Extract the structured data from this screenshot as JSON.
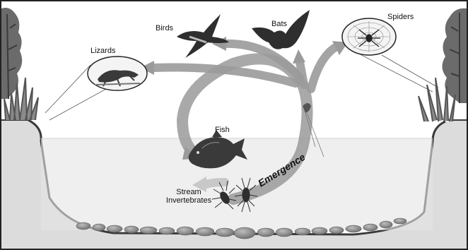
{
  "labels": {
    "birds": "Birds",
    "bats": "Bats",
    "spiders": "Spiders",
    "lizards": "Lizards",
    "fish": "Fish",
    "stream_invertebrates_line1": "Stream",
    "stream_invertebrates_line2": "Invertebrates",
    "emergence": "Emergence"
  },
  "icons": {
    "birds": "bird-icon",
    "bats": "bat-icon",
    "spiders": "spider-icon",
    "lizards": "lizard-icon",
    "fish": "fish-icon",
    "invertebrates": "aquatic-insect-icon",
    "mayfly": "mayfly-icon",
    "trees": "tree-icon",
    "grass": "grass-icon",
    "stones": "streambed-stones"
  },
  "colors": {
    "arrow": "#9a9a9a",
    "arrow_light": "#c8c8c8",
    "water": "#e4e4e4",
    "bank": "#3a3a3a",
    "vegetation": "#6b6b6b",
    "stone": "#8f8f8f",
    "animal": "#2e2e2e"
  }
}
